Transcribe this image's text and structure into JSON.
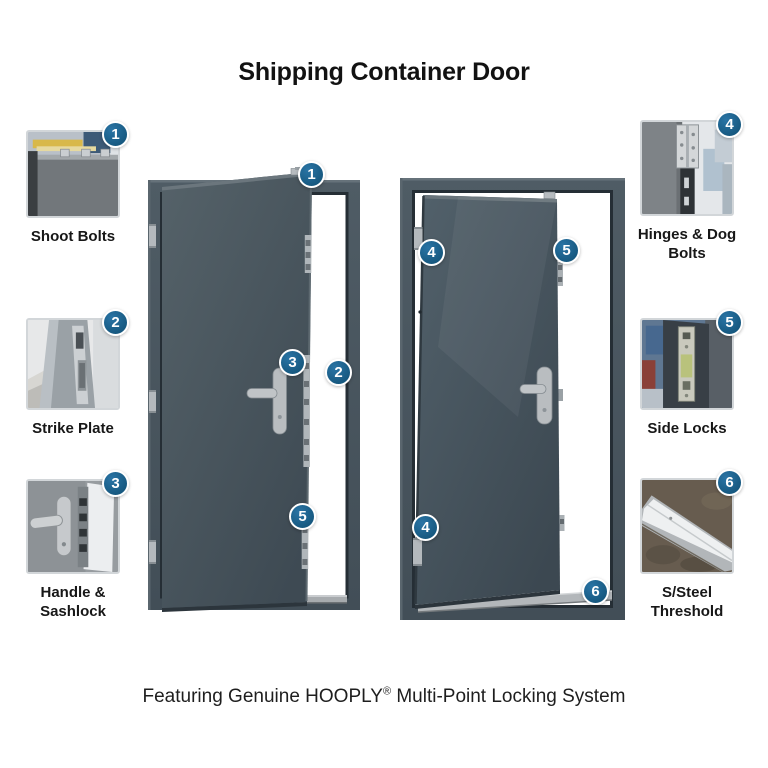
{
  "title": "Shipping Container Door",
  "footer": {
    "prefix": "Featuring Genuine HOOPLY",
    "registered_mark": "®",
    "suffix": " Multi-Point Locking System"
  },
  "features": {
    "left": [
      {
        "number": "1",
        "label": "Shoot Bolts",
        "photo": "shoot-bolts-photo"
      },
      {
        "number": "2",
        "label": "Strike Plate",
        "photo": "strike-plate-photo"
      },
      {
        "number": "3",
        "label": "Handle & Sashlock",
        "photo": "handle-sashlock-photo"
      }
    ],
    "right": [
      {
        "number": "4",
        "label": "Hinges & Dog Bolts",
        "photo": "hinges-dog-bolts-photo"
      },
      {
        "number": "5",
        "label": "Side Locks",
        "photo": "side-locks-photo"
      },
      {
        "number": "6",
        "label": "S/Steel Threshold",
        "photo": "steel-threshold-photo"
      }
    ]
  },
  "doors": {
    "left_door_callouts": [
      "1",
      "3",
      "2",
      "5"
    ],
    "right_door_callouts": [
      "4",
      "5",
      "4",
      "6"
    ]
  },
  "colors": {
    "callout_badge": "#1b6191",
    "door_panel": "#46545e",
    "hardware_silver": "#b4b9bd",
    "threshold_gray": "#b3b7ba"
  }
}
